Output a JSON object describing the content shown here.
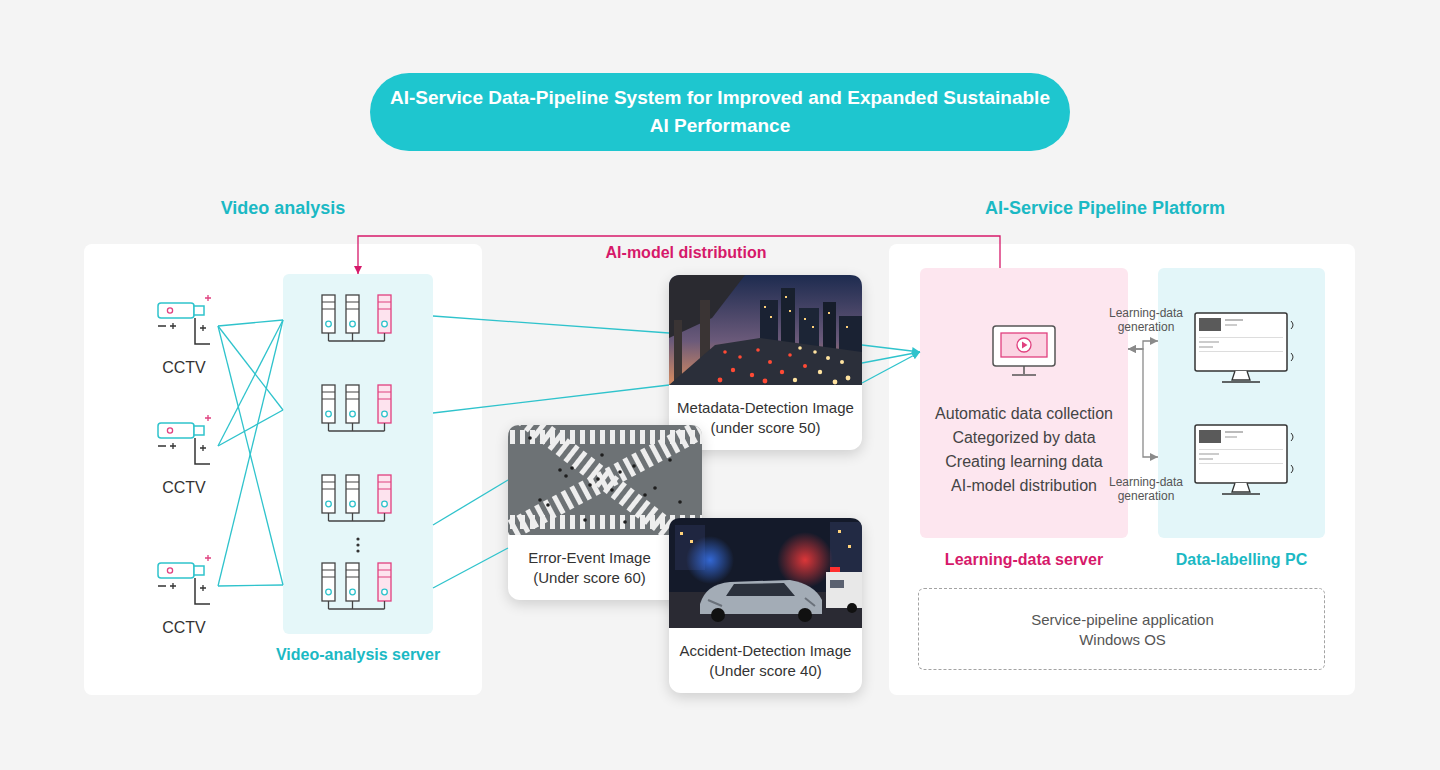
{
  "diagram": {
    "title": "AI-Service Data-Pipeline System for Improved and Expanded Sustainable AI Performance",
    "nodes": [
      {
        "text": [
          "Video analysis"
        ]
      },
      {
        "text": [
          "CCTV"
        ],
        "in": 0
      },
      {
        "text": [
          "CCTV"
        ],
        "in": 0
      },
      {
        "text": [
          "CCTV"
        ],
        "in": 0
      },
      {
        "text": [
          "Video-analysis server"
        ],
        "in": 0
      },
      {
        "text": [
          "Metadata-Detection Image",
          "(under score 50)"
        ]
      },
      {
        "text": [
          "Error-Event Image",
          "(Under score 60)"
        ]
      },
      {
        "text": [
          "Accident-Detection Image",
          "(Under score 40)"
        ]
      },
      {
        "text": [
          "AI-Service Pipeline Platform"
        ]
      },
      {
        "text": [
          "Learning-data server",
          "Automatic data collection",
          "Categorized by data",
          "Creating learning data",
          "AI-model distribution"
        ],
        "in": 8
      },
      {
        "text": [
          "Data-labelling PC"
        ],
        "in": 8
      },
      {
        "text": [
          "Service-pipeline application",
          "Windows OS"
        ],
        "in": 8
      }
    ],
    "edges": [
      {
        "from": 1,
        "to": 4,
        "arrow": "none"
      },
      {
        "from": 1,
        "to": 4,
        "arrow": "none"
      },
      {
        "from": 1,
        "to": 4,
        "arrow": "none"
      },
      {
        "from": 2,
        "to": 4,
        "arrow": "none"
      },
      {
        "from": 2,
        "to": 4,
        "arrow": "none"
      },
      {
        "from": 3,
        "to": 4,
        "arrow": "none"
      },
      {
        "from": 3,
        "to": 4,
        "arrow": "none"
      },
      {
        "from": 4,
        "to": 5,
        "arrow": "none"
      },
      {
        "from": 4,
        "to": 5,
        "arrow": "none"
      },
      {
        "from": 4,
        "to": 6,
        "arrow": "none"
      },
      {
        "from": 4,
        "to": 6,
        "arrow": "none"
      },
      {
        "from": 5,
        "to": 9,
        "arrow": "to"
      },
      {
        "from": 5,
        "to": 9,
        "arrow": "to"
      },
      {
        "from": 5,
        "to": 9,
        "arrow": "to"
      },
      {
        "from": 9,
        "to": 4,
        "label": "AI-model distribution",
        "arrow": "to"
      },
      {
        "from": 9,
        "to": 10,
        "label": "Learning-data generation",
        "arrow": "both"
      },
      {
        "from": 9,
        "to": 10,
        "label": "Learning-data generation",
        "arrow": "both"
      }
    ]
  }
}
